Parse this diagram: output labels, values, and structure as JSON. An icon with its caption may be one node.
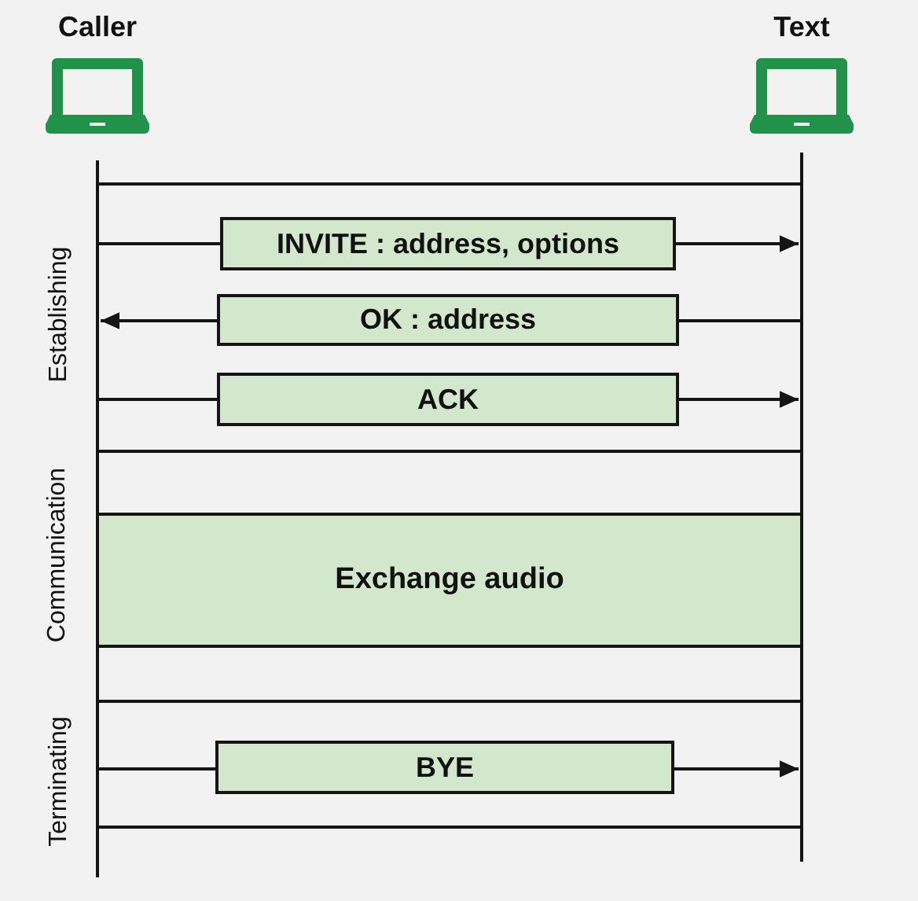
{
  "diagram": {
    "nodes": [
      {
        "text": [
          "Caller"
        ]
      },
      {
        "text": [
          "Text"
        ]
      },
      {
        "text": [
          "Exchange audio"
        ]
      }
    ],
    "edges": [
      {
        "from": 0,
        "to": 1,
        "arrow": "to",
        "label": "INVITE : address, options"
      },
      {
        "from": 1,
        "to": 0,
        "arrow": "to",
        "label": "OK : address"
      },
      {
        "from": 0,
        "to": 1,
        "arrow": "to",
        "label": "ACK"
      },
      {
        "from": 0,
        "to": 1,
        "arrow": "to",
        "label": "BYE"
      }
    ],
    "labels": [
      "Establishing",
      "Communication",
      "Terminating"
    ]
  }
}
